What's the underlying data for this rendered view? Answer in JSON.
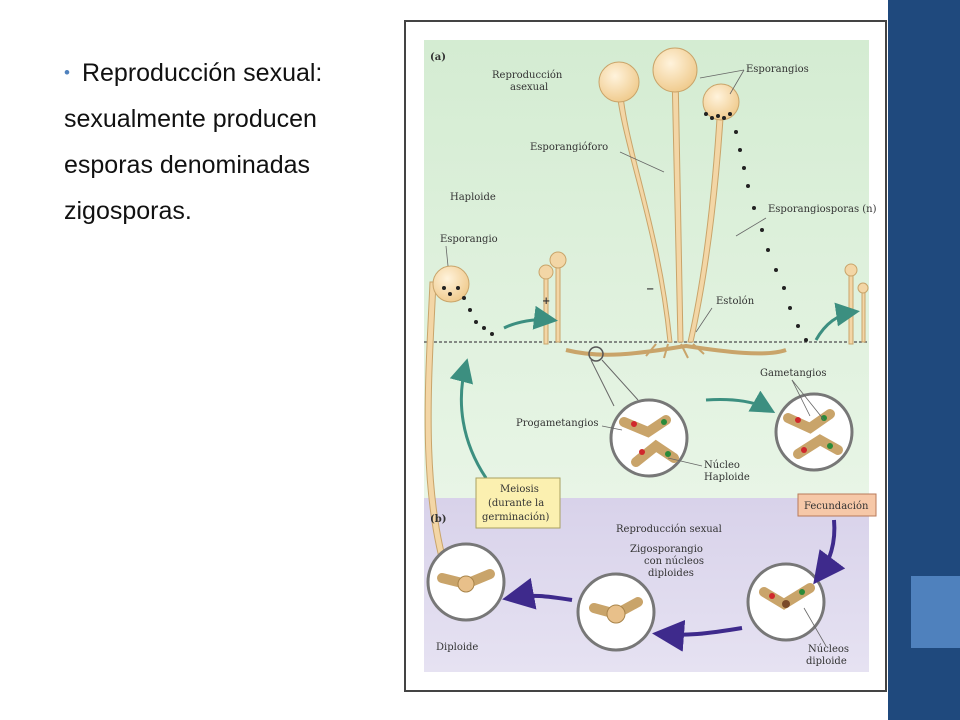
{
  "slide": {
    "bullet_text": "Reproducción sexual:",
    "body_lines": [
      "sexualmente producen",
      "esporas denominadas",
      "zigosporas."
    ],
    "accent_color": "#1f497d",
    "accent_light_color": "#4f81bd"
  },
  "figure": {
    "panel_a_letter": "(a)",
    "panel_b_letter": "(b)",
    "labels": {
      "asexual_1": "Reproducción",
      "asexual_2": "asexual",
      "esporangios": "Esporangios",
      "esporangioforo": "Esporangióforo",
      "haploide": "Haploide",
      "esporangio": "Esporangio",
      "esporangiosporas": "Esporangiosporas (n)",
      "plus": "+",
      "minus": "−",
      "estolon": "Estolón",
      "gametangios": "Gametangios",
      "progametangios": "Progametangios",
      "nucleo_1": "Núcleo",
      "nucleo_2": "Haploide",
      "meiosis_1": "Meiosis",
      "meiosis_2": "(durante la",
      "meiosis_3": "germinación)",
      "fecundacion": "Fecundación",
      "sexual": "Reproducción sexual",
      "zigo_1": "Zigosporangio",
      "zigo_2": "con núcleos",
      "zigo_3": "diploides",
      "diploide": "Diploide",
      "nucleos_d_1": "Núcleos",
      "nucleos_d_2": "diploide"
    },
    "colors": {
      "haploid_bg": "#d9eed7",
      "diploid_bg": "#ddd8ec",
      "hypha": "#f3d6a6",
      "hypha_stroke": "#c9a46a",
      "teal_arrow": "#3c8f80",
      "purple_arrow": "#3e2a8c",
      "nucleus_red": "#d0282c",
      "nucleus_green": "#2a8a3a",
      "meiosis_box": "#fbf0b0",
      "fecundacion_box": "#f6c8a8"
    }
  }
}
